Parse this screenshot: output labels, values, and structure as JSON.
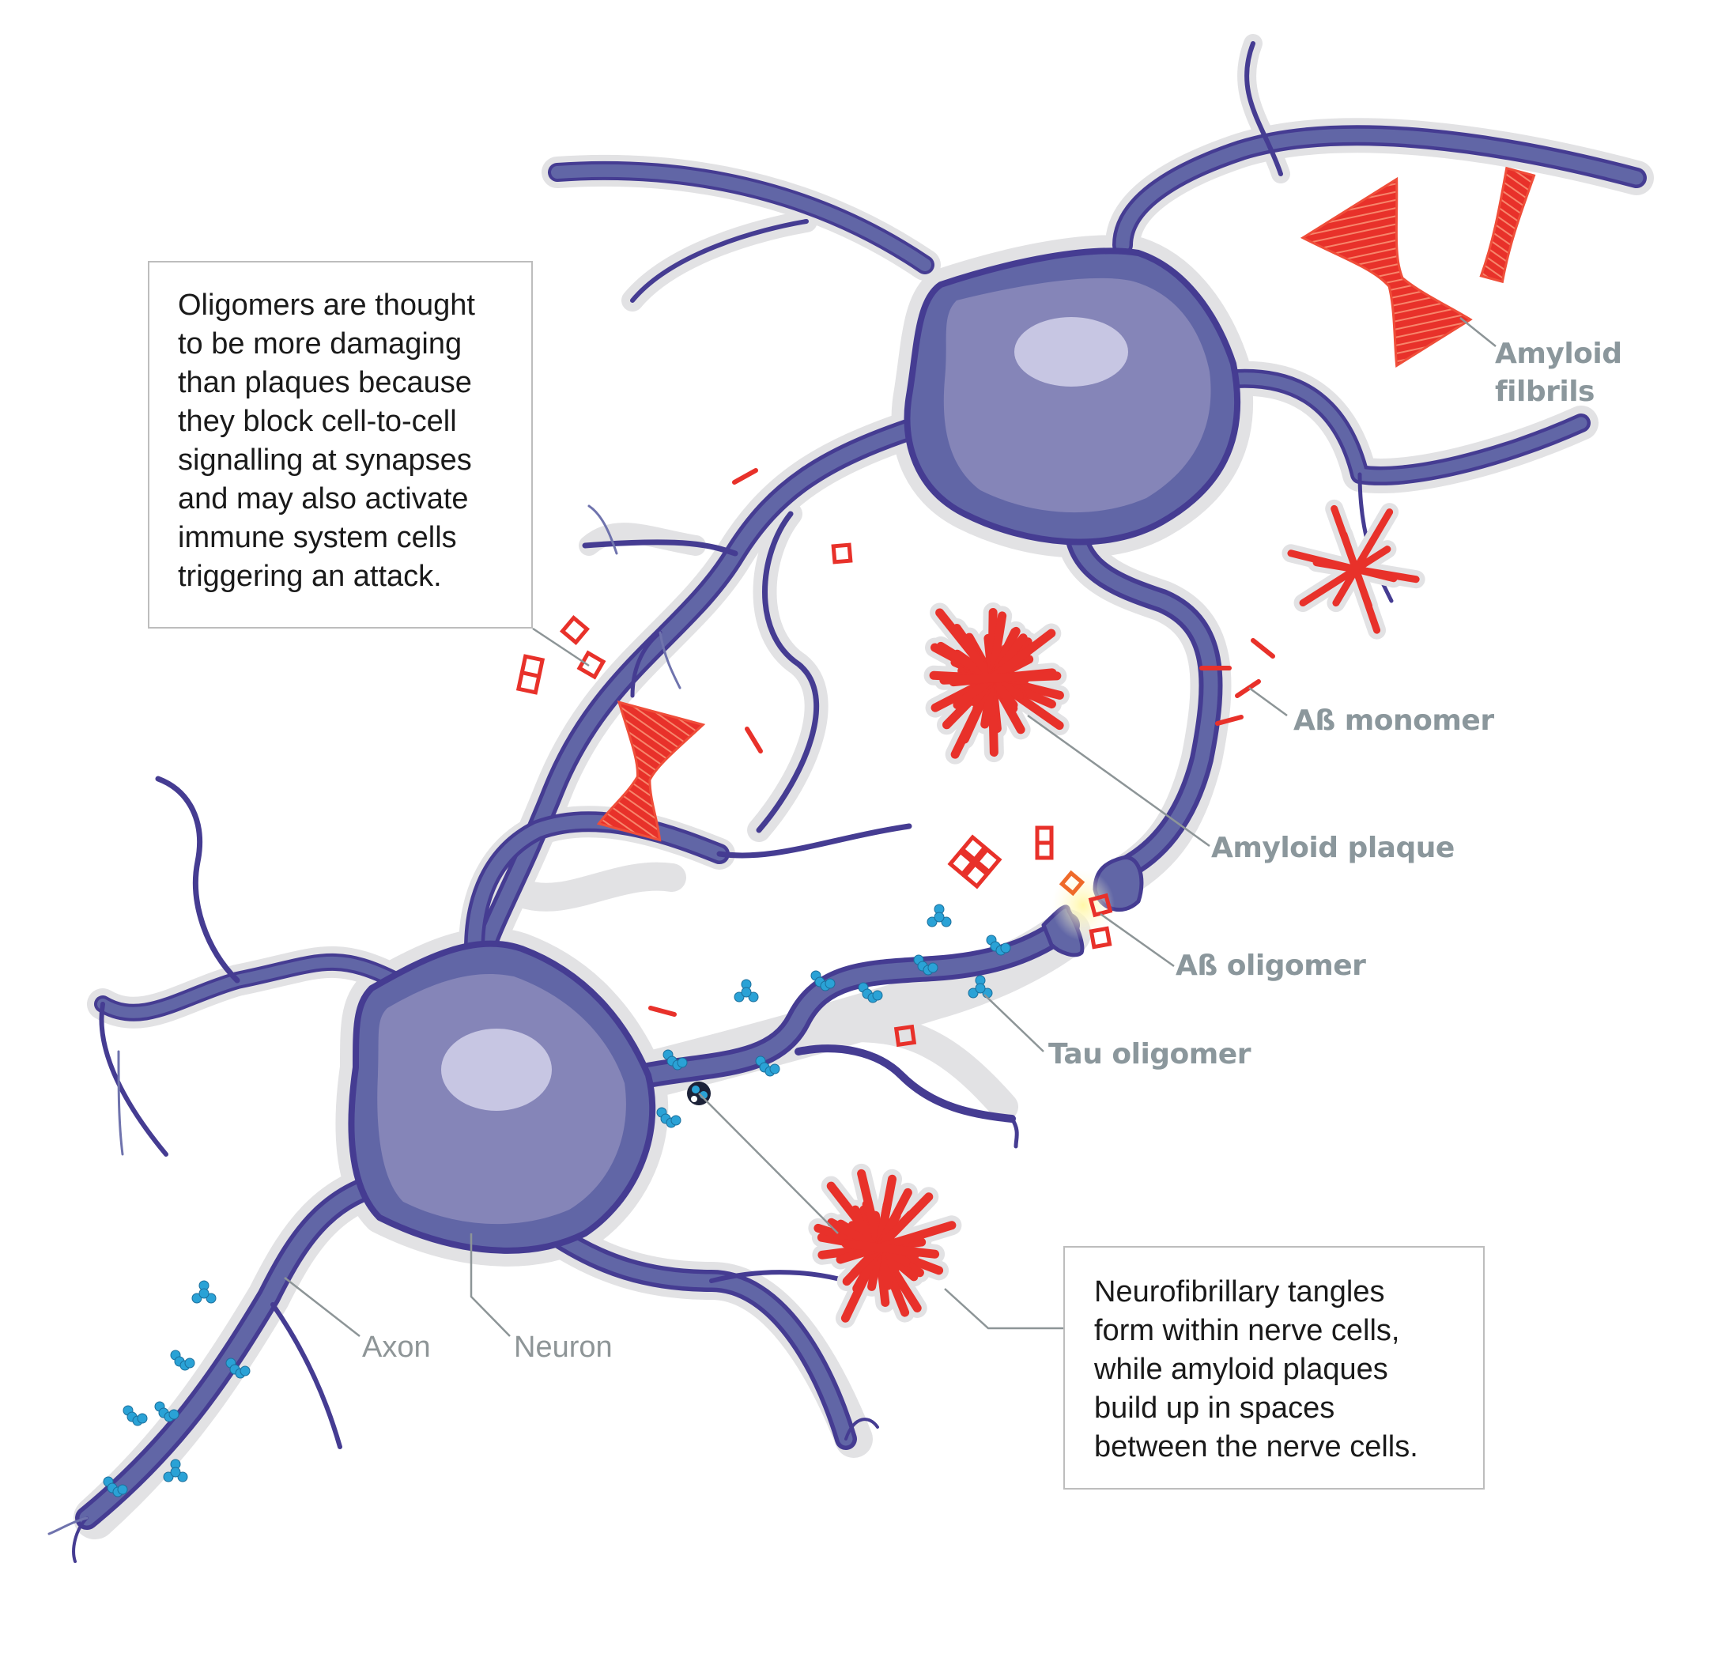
{
  "figure": {
    "subject": "Alzheimer's disease: amyloid and tau pathology between two neurons",
    "colors": {
      "neuron_body": "#6166a6",
      "neuron_inner": "#8585b8",
      "nucleus": "#c7c6e3",
      "neuron_edge": "#453c92",
      "shadow": "#e2e2e4",
      "amyloid_red": "#e8312a",
      "tau_blue": "#2aa2d6",
      "synapse_glow": "#fbf6b8",
      "leader_line": "#8d9597",
      "label_text": "#8b979c",
      "callout_text": "#1a1a1a",
      "callout_border": "#bdbdbd"
    }
  },
  "callouts": {
    "oligomers": {
      "lines": [
        "Oligomers are thought",
        "to be more damaging",
        "than plaques because",
        "they block cell-to-cell",
        "signalling at synapses",
        "and may also activate",
        "immune system cells",
        "triggering an attack."
      ]
    },
    "tangles": {
      "lines": [
        "Neurofibrillary tangles",
        "form within nerve cells,",
        "while amyloid plaques",
        "build up in spaces",
        "between the nerve cells."
      ]
    }
  },
  "labels": {
    "amyloid_fibrils": "Amyloid filbrils",
    "amyloid_fibrils_line1": "Amyloid",
    "amyloid_fibrils_line2": "filbrils",
    "ab_monomer": "Aß monomer",
    "amyloid_plaque": "Amyloid plaque",
    "ab_oligomer": "Aß oligomer",
    "tau_oligomer": "Tau oligomer",
    "axon": "Axon",
    "neuron": "Neuron"
  }
}
